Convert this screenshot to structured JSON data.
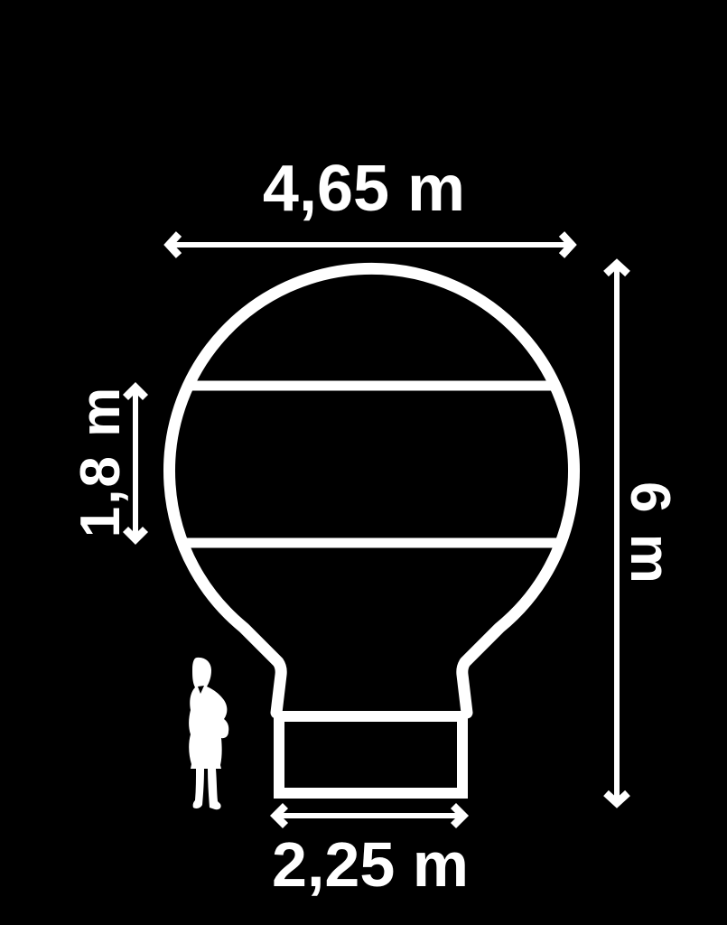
{
  "colors": {
    "background": "#000000",
    "line": "#ffffff"
  },
  "diagram": {
    "labels": {
      "width_top": "4,65 m",
      "height_right": "6 m",
      "band_left": "1,8 m",
      "basket_bottom": "2,25 m"
    }
  }
}
